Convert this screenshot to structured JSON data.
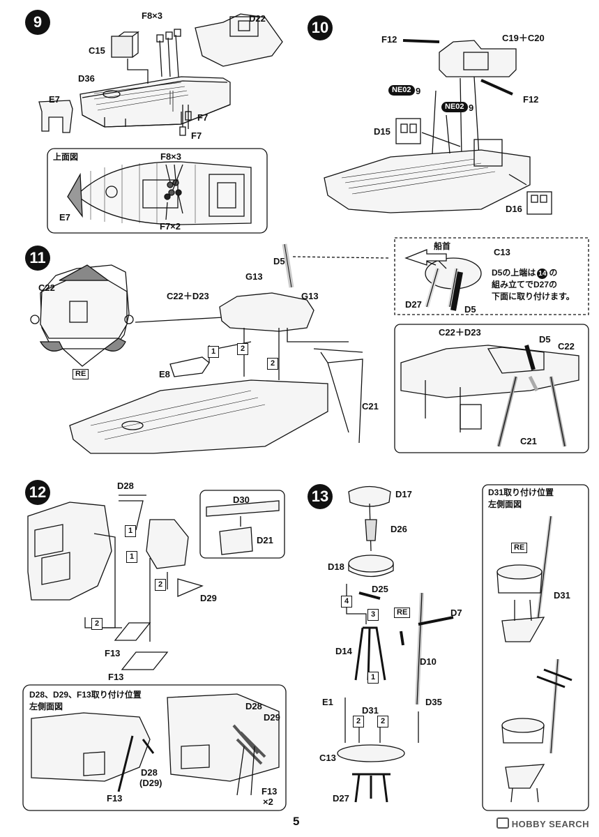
{
  "page_number": "5",
  "watermark": "HOBBY SEARCH",
  "steps": [
    {
      "number": "9"
    },
    {
      "number": "10"
    },
    {
      "number": "11"
    },
    {
      "number": "12"
    },
    {
      "number": "13"
    }
  ],
  "step9": {
    "labels": {
      "f8x3": "F8×3",
      "d22": "D22",
      "c15": "C15",
      "d36": "D36",
      "e7": "E7",
      "f7a": "F7",
      "f7b": "F7"
    },
    "inset": {
      "title": "上面図",
      "f8x3": "F8×3",
      "e7": "E7",
      "f7x2": "F7×2"
    }
  },
  "step10": {
    "labels": {
      "f12a": "F12",
      "c19c20": "C19＋C20",
      "f12b": "F12",
      "ne02a": "NE02",
      "nine_a": "9",
      "ne02b": "NE02",
      "nine_b": "9",
      "d15": "D15",
      "d16": "D16"
    }
  },
  "step11": {
    "labels": {
      "d5": "D5",
      "g13a": "G13",
      "c22d23": "C22＋D23",
      "g13b": "G13",
      "c22": "C22",
      "re": "RE",
      "e8": "E8",
      "c21": "C21",
      "n1": "1",
      "n2a": "2",
      "n2b": "2"
    },
    "detail": {
      "bow": "船首",
      "c13": "C13",
      "d27": "D27",
      "d5": "D5",
      "note_line1": "D5の上端は",
      "note_step": "14",
      "note_line1b": "の",
      "note_line2": "組み立てでD27の",
      "note_line3": "下面に取り付けます。"
    },
    "detail2": {
      "c22d23": "C22＋D23",
      "d5": "D5",
      "c22": "C22",
      "c21": "C21"
    }
  },
  "step12": {
    "labels": {
      "d28": "D28",
      "d30": "D30",
      "d21": "D21",
      "d29": "D29",
      "f13a": "F13",
      "f13b": "F13",
      "n1a": "1",
      "n1b": "1",
      "n2a": "2",
      "n2b": "2"
    },
    "inset": {
      "title_line1": "D28、D29、F13取り付け位置",
      "title_line2": "左側面図",
      "d28": "D28",
      "d29p": "(D29)",
      "f13": "F13",
      "d28b": "D28",
      "d29b": "D29",
      "f13x2a": "F13",
      "f13x2b": "×2"
    }
  },
  "step13": {
    "labels": {
      "d17": "D17",
      "d26": "D26",
      "d18": "D18",
      "d25": "D25",
      "d7": "D7",
      "re": "RE",
      "d14": "D14",
      "d10": "D10",
      "e1": "E1",
      "d31": "D31",
      "d35": "D35",
      "c13": "C13",
      "d27": "D27",
      "n1": "1",
      "n2a": "2",
      "n2b": "2",
      "n3": "3",
      "n4": "4"
    },
    "inset": {
      "title_line1": "D31取り付け位置",
      "title_line2": "左側面図",
      "re": "RE",
      "d31": "D31"
    }
  }
}
